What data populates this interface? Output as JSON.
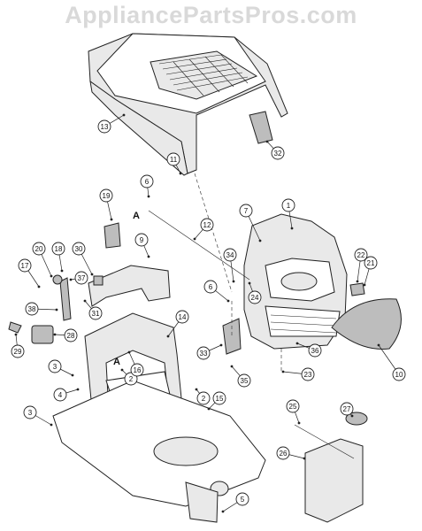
{
  "watermark": "AppliancePartsPros.com",
  "ref_letter": "A",
  "callouts": [
    {
      "label": "1"
    },
    {
      "label": "2"
    },
    {
      "label": "2"
    },
    {
      "label": "3"
    },
    {
      "label": "3"
    },
    {
      "label": "4"
    },
    {
      "label": "5"
    },
    {
      "label": "6"
    },
    {
      "label": "6"
    },
    {
      "label": "7"
    },
    {
      "label": "9"
    },
    {
      "label": "10"
    },
    {
      "label": "11"
    },
    {
      "label": "12"
    },
    {
      "label": "13"
    },
    {
      "label": "14"
    },
    {
      "label": "15"
    },
    {
      "label": "16"
    },
    {
      "label": "17"
    },
    {
      "label": "18"
    },
    {
      "label": "19"
    },
    {
      "label": "20"
    },
    {
      "label": "21"
    },
    {
      "label": "22"
    },
    {
      "label": "23"
    },
    {
      "label": "24"
    },
    {
      "label": "25"
    },
    {
      "label": "26"
    },
    {
      "label": "27"
    },
    {
      "label": "28"
    },
    {
      "label": "29"
    },
    {
      "label": "30"
    },
    {
      "label": "31"
    },
    {
      "label": "32"
    },
    {
      "label": "33"
    },
    {
      "label": "34"
    },
    {
      "label": "35"
    },
    {
      "label": "36"
    },
    {
      "label": "37"
    },
    {
      "label": "38"
    }
  ]
}
